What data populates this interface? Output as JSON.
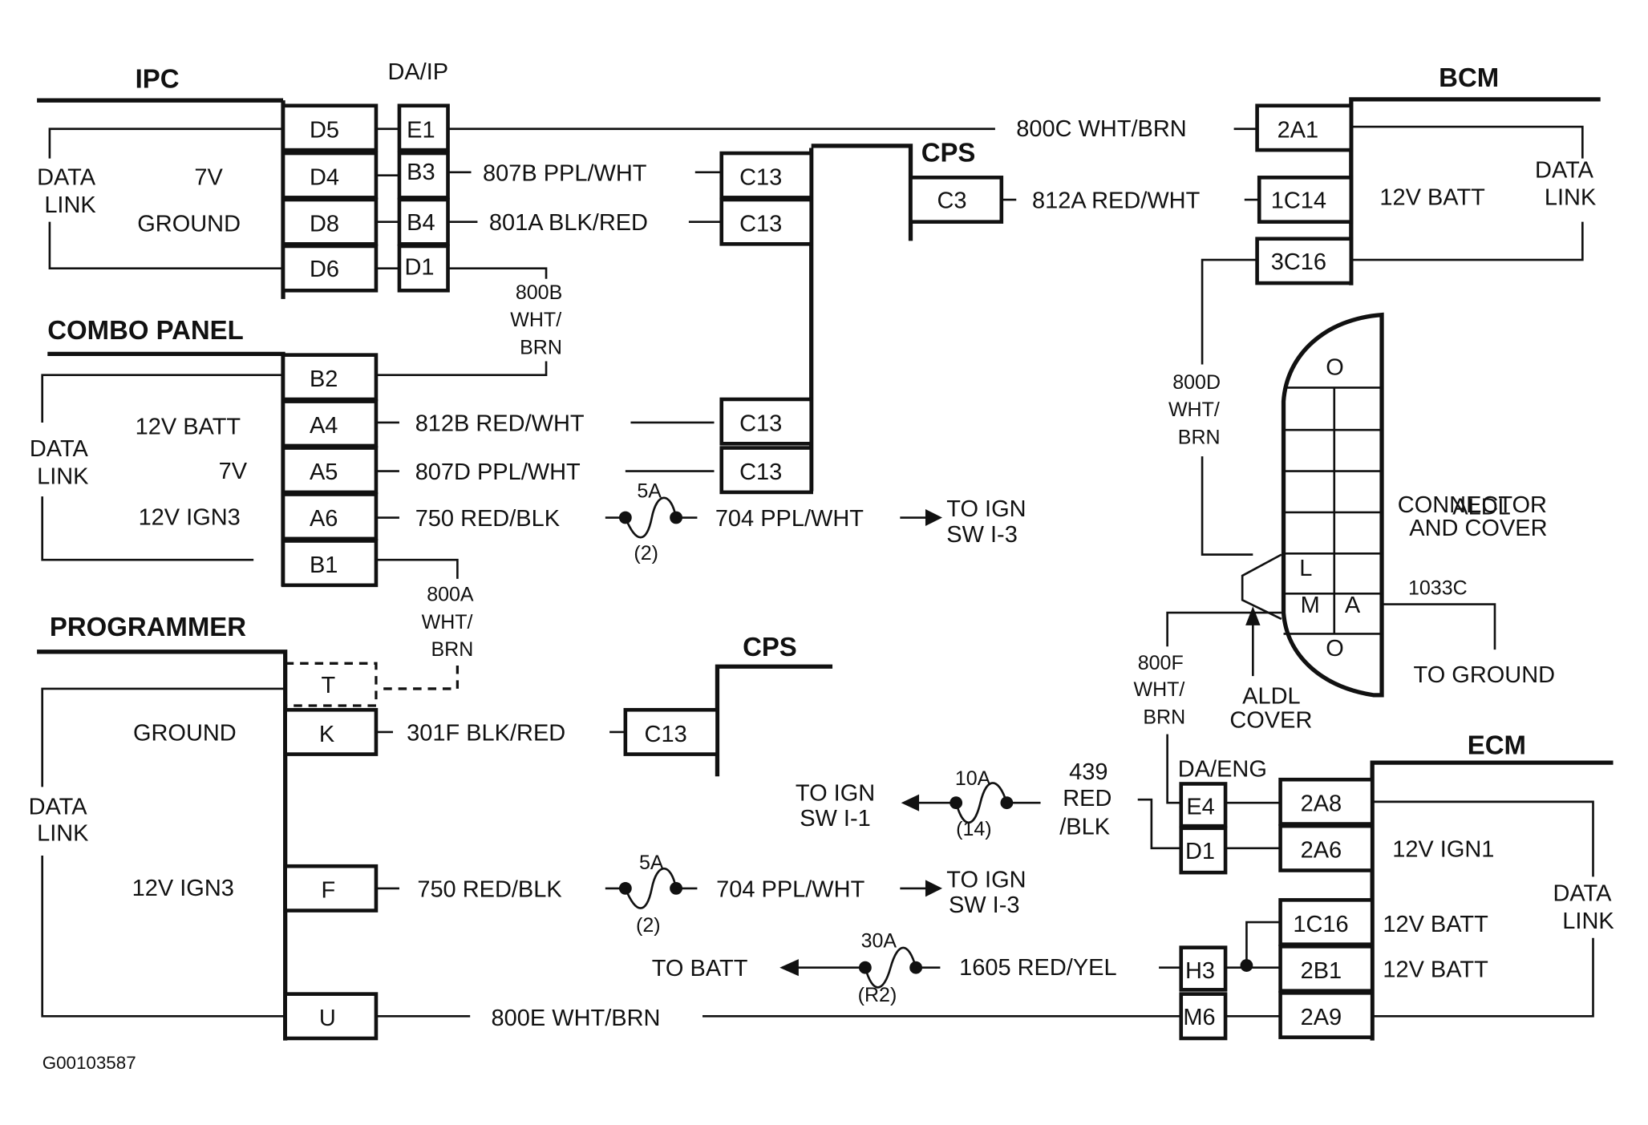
{
  "figure_id": "G00103587",
  "modules": {
    "ipc": {
      "title": "IPC",
      "pins": [
        "D5",
        "D4",
        "D8",
        "D6"
      ],
      "labels": {
        "data_link": [
          "DATA",
          "LINK"
        ],
        "v7": "7V",
        "ground": "GROUND"
      }
    },
    "da_ip": {
      "title": "DA/IP",
      "pins": [
        "E1",
        "B3",
        "B4",
        "D1"
      ]
    },
    "combo_panel": {
      "title": "COMBO PANEL",
      "pins": [
        "B2",
        "A4",
        "A5",
        "A6",
        "B1"
      ],
      "labels": {
        "data_link": [
          "DATA",
          "LINK"
        ],
        "batt": "12V BATT",
        "v7": "7V",
        "ign3": "12V IGN3"
      }
    },
    "programmer": {
      "title": "PROGRAMMER",
      "pins": [
        "T",
        "K",
        "F",
        "U"
      ],
      "labels": {
        "data_link": [
          "DATA",
          "LINK"
        ],
        "ground": "GROUND",
        "ign3": "12V IGN3"
      }
    },
    "cps_top": {
      "title": "CPS",
      "pins": [
        "C13",
        "C13",
        "C13",
        "C13",
        "C3"
      ]
    },
    "cps_bottom": {
      "title": "CPS",
      "pins": [
        "C13"
      ]
    },
    "bcm": {
      "title": "BCM",
      "pins": [
        "2A1",
        "1C14",
        "3C16"
      ],
      "labels": {
        "batt": "12V BATT",
        "data_link": [
          "DATA",
          "LINK"
        ]
      }
    },
    "da_eng": {
      "title": "DA/ENG",
      "pins": [
        "E4",
        "D1",
        "H3",
        "M6"
      ]
    },
    "ecm": {
      "title": "ECM",
      "pins": [
        "2A8",
        "2A6",
        "1C16",
        "2B1",
        "2A9"
      ],
      "labels": {
        "ign1": "12V IGN1",
        "batt1": "12V BATT",
        "batt2": "12V BATT",
        "data_link": [
          "DATA",
          "LINK"
        ]
      }
    },
    "aldl": {
      "title": [
        "ALDL",
        "CONNECTOR",
        "AND COVER"
      ],
      "cells": {
        "l": "L",
        "m": "M",
        "a": "A",
        "hole": "O"
      },
      "cover": [
        "ALDL",
        "COVER"
      ]
    }
  },
  "wires": {
    "w800c": "800C WHT/BRN",
    "w807b": "807B  PPL/WHT",
    "w801a": "801A BLK/RED",
    "w812a": "812A RED/WHT",
    "w800b": [
      "800B",
      "WHT/",
      "BRN"
    ],
    "w812b": "812B RED/WHT",
    "w807d": "807D PPL/WHT",
    "w750a": "750 RED/BLK",
    "w704a": "704 PPL/WHT",
    "w800a": [
      "800A",
      "WHT/",
      "BRN"
    ],
    "w301f": "301F BLK/RED",
    "w750b": "750 RED/BLK",
    "w704b": "704 PPL/WHT",
    "w800e": "800E WHT/BRN",
    "w800d": [
      "800D",
      "WHT/",
      "BRN"
    ],
    "w800f": [
      "800F",
      "WHT/",
      "BRN"
    ],
    "w1033c": "1033C",
    "w439": [
      "439",
      "RED",
      "/BLK"
    ],
    "w1605": "1605 RED/YEL"
  },
  "fuses": {
    "f1": {
      "rating": "5A",
      "ref": "(2)"
    },
    "f2": {
      "rating": "5A",
      "ref": "(2)"
    },
    "f3": {
      "rating": "10A",
      "ref": "(14)"
    },
    "f4": {
      "rating": "30A",
      "ref": "(R2)"
    }
  },
  "destinations": {
    "ign_sw_i3_a": [
      "TO IGN",
      "SW I-3"
    ],
    "ign_sw_i3_b": [
      "TO IGN",
      "SW I-3"
    ],
    "ign_sw_i1": [
      "TO IGN",
      "SW I-1"
    ],
    "batt": "TO BATT",
    "ground": "TO GROUND"
  }
}
